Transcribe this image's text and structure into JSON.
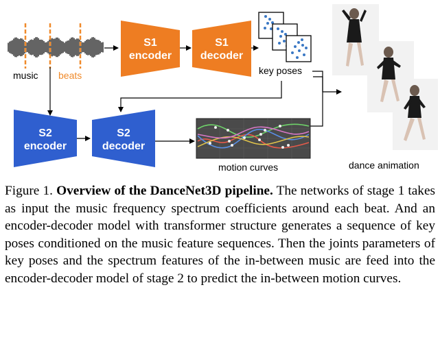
{
  "figure": {
    "music_label": "music",
    "beats_label": "beats",
    "s1_encoder": [
      "S1",
      "encoder"
    ],
    "s1_decoder": [
      "S1",
      "decoder"
    ],
    "s2_encoder": [
      "S2",
      "encoder"
    ],
    "s2_decoder": [
      "S2",
      "decoder"
    ],
    "key_poses_label": "key poses",
    "motion_curves_label": "motion curves",
    "dance_animation_label": "dance animation",
    "colors": {
      "orange": "#ee7d22",
      "blue": "#2f5fcf",
      "beat": "#f08a2a"
    }
  },
  "caption": {
    "prefix": "Figure 1. ",
    "title": "Overview of the DanceNet3D pipeline.",
    "body": " The networks of stage 1 takes as input the music frequency spectrum coefficients around each beat.  And an encoder-decoder model with transformer structure generates a sequence of key poses conditioned on the music feature sequences.  Then the joints parameters of key poses and the spectrum features of the in-between music are feed into the encoder-decoder model of stage 2 to predict the in-between motion curves."
  }
}
